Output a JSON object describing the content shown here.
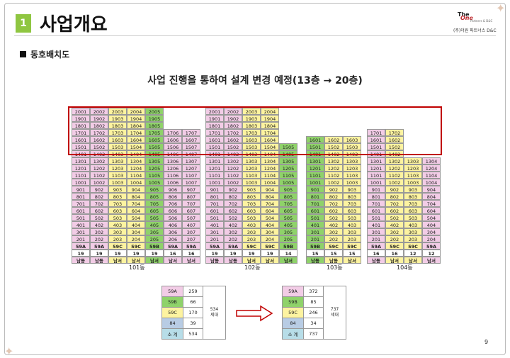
{
  "header": {
    "number": "1",
    "title": "사업개요"
  },
  "logo": {
    "top": "The",
    "one": "One",
    "small": "Partners & D&C",
    "bottom": "(주)더원 파트너스 D&C"
  },
  "section": {
    "title": "동호배치도"
  },
  "subtitle": "사업 진행을 통하여 설계 변경 예정(13층 → 20층)",
  "colors": {
    "59A": "#f2cce6",
    "59B": "#8fd26a",
    "59C": "#fdf3a0",
    "84": "#b8cce4",
    "highlight": "#c00000",
    "badge": "#8fc641"
  },
  "buildings": [
    {
      "name": "101동",
      "types": [
        "59A",
        "59A",
        "59C",
        "59C",
        "59B",
        "59A",
        "59A"
      ],
      "counts": [
        "19",
        "19",
        "19",
        "19",
        "19",
        "16",
        "16"
      ],
      "dirs": [
        "남동",
        "남동",
        "남서",
        "남서",
        "남서",
        "남서",
        "남서"
      ],
      "heights": [
        20,
        20,
        20,
        20,
        20,
        17,
        17
      ]
    },
    {
      "name": "102동",
      "types": [
        "59A",
        "59A",
        "59C",
        "59C",
        "59B"
      ],
      "counts": [
        "19",
        "19",
        "19",
        "19",
        "14"
      ],
      "dirs": [
        "남동",
        "남동",
        "남서",
        "남서",
        "남서"
      ],
      "heights": [
        20,
        20,
        20,
        20,
        15
      ]
    },
    {
      "name": "103동",
      "types": [
        "59B",
        "59C",
        "59C"
      ],
      "counts": [
        "15",
        "15",
        "15"
      ],
      "dirs": [
        "남동",
        "남동",
        "남서"
      ],
      "heights": [
        16,
        16,
        16
      ]
    },
    {
      "name": "104동",
      "types": [
        "59A",
        "59C",
        "59C",
        "59A"
      ],
      "counts": [
        "16",
        "16",
        "12",
        "12"
      ],
      "dirs": [
        "남동",
        "남서",
        "남서",
        "남서"
      ],
      "heights": [
        17,
        17,
        13,
        13
      ]
    }
  ],
  "summary_before": {
    "rows": [
      {
        "type": "59A",
        "count": "259"
      },
      {
        "type": "59B",
        "count": "66"
      },
      {
        "type": "59C",
        "count": "170"
      },
      {
        "type": "84",
        "count": "39"
      }
    ],
    "total_label": "소 계",
    "total": "534",
    "units": "534\n세대"
  },
  "summary_after": {
    "rows": [
      {
        "type": "59A",
        "count": "372"
      },
      {
        "type": "59B",
        "count": "85"
      },
      {
        "type": "59C",
        "count": "246"
      },
      {
        "type": "84",
        "count": "34"
      }
    ],
    "total_label": "소 계",
    "total": "737",
    "units": "737\n세대"
  },
  "page_number": "9"
}
